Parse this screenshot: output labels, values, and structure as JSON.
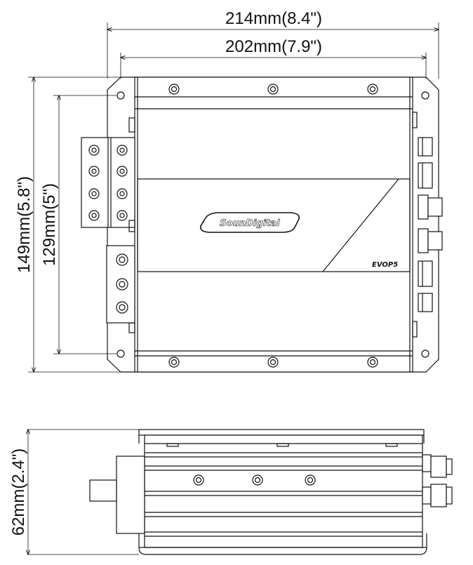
{
  "dimensions": {
    "overall_width": "214mm(8.4\")",
    "body_width": "202mm(7.9\")",
    "overall_length": "149mm(5.8\")",
    "body_length": "129mm(5\")",
    "height": "62mm(2.4\")"
  },
  "product": {
    "logo": "SounDigital",
    "model": "EVOP5"
  },
  "colors": {
    "line": "#111111",
    "background": "#ffffff"
  }
}
